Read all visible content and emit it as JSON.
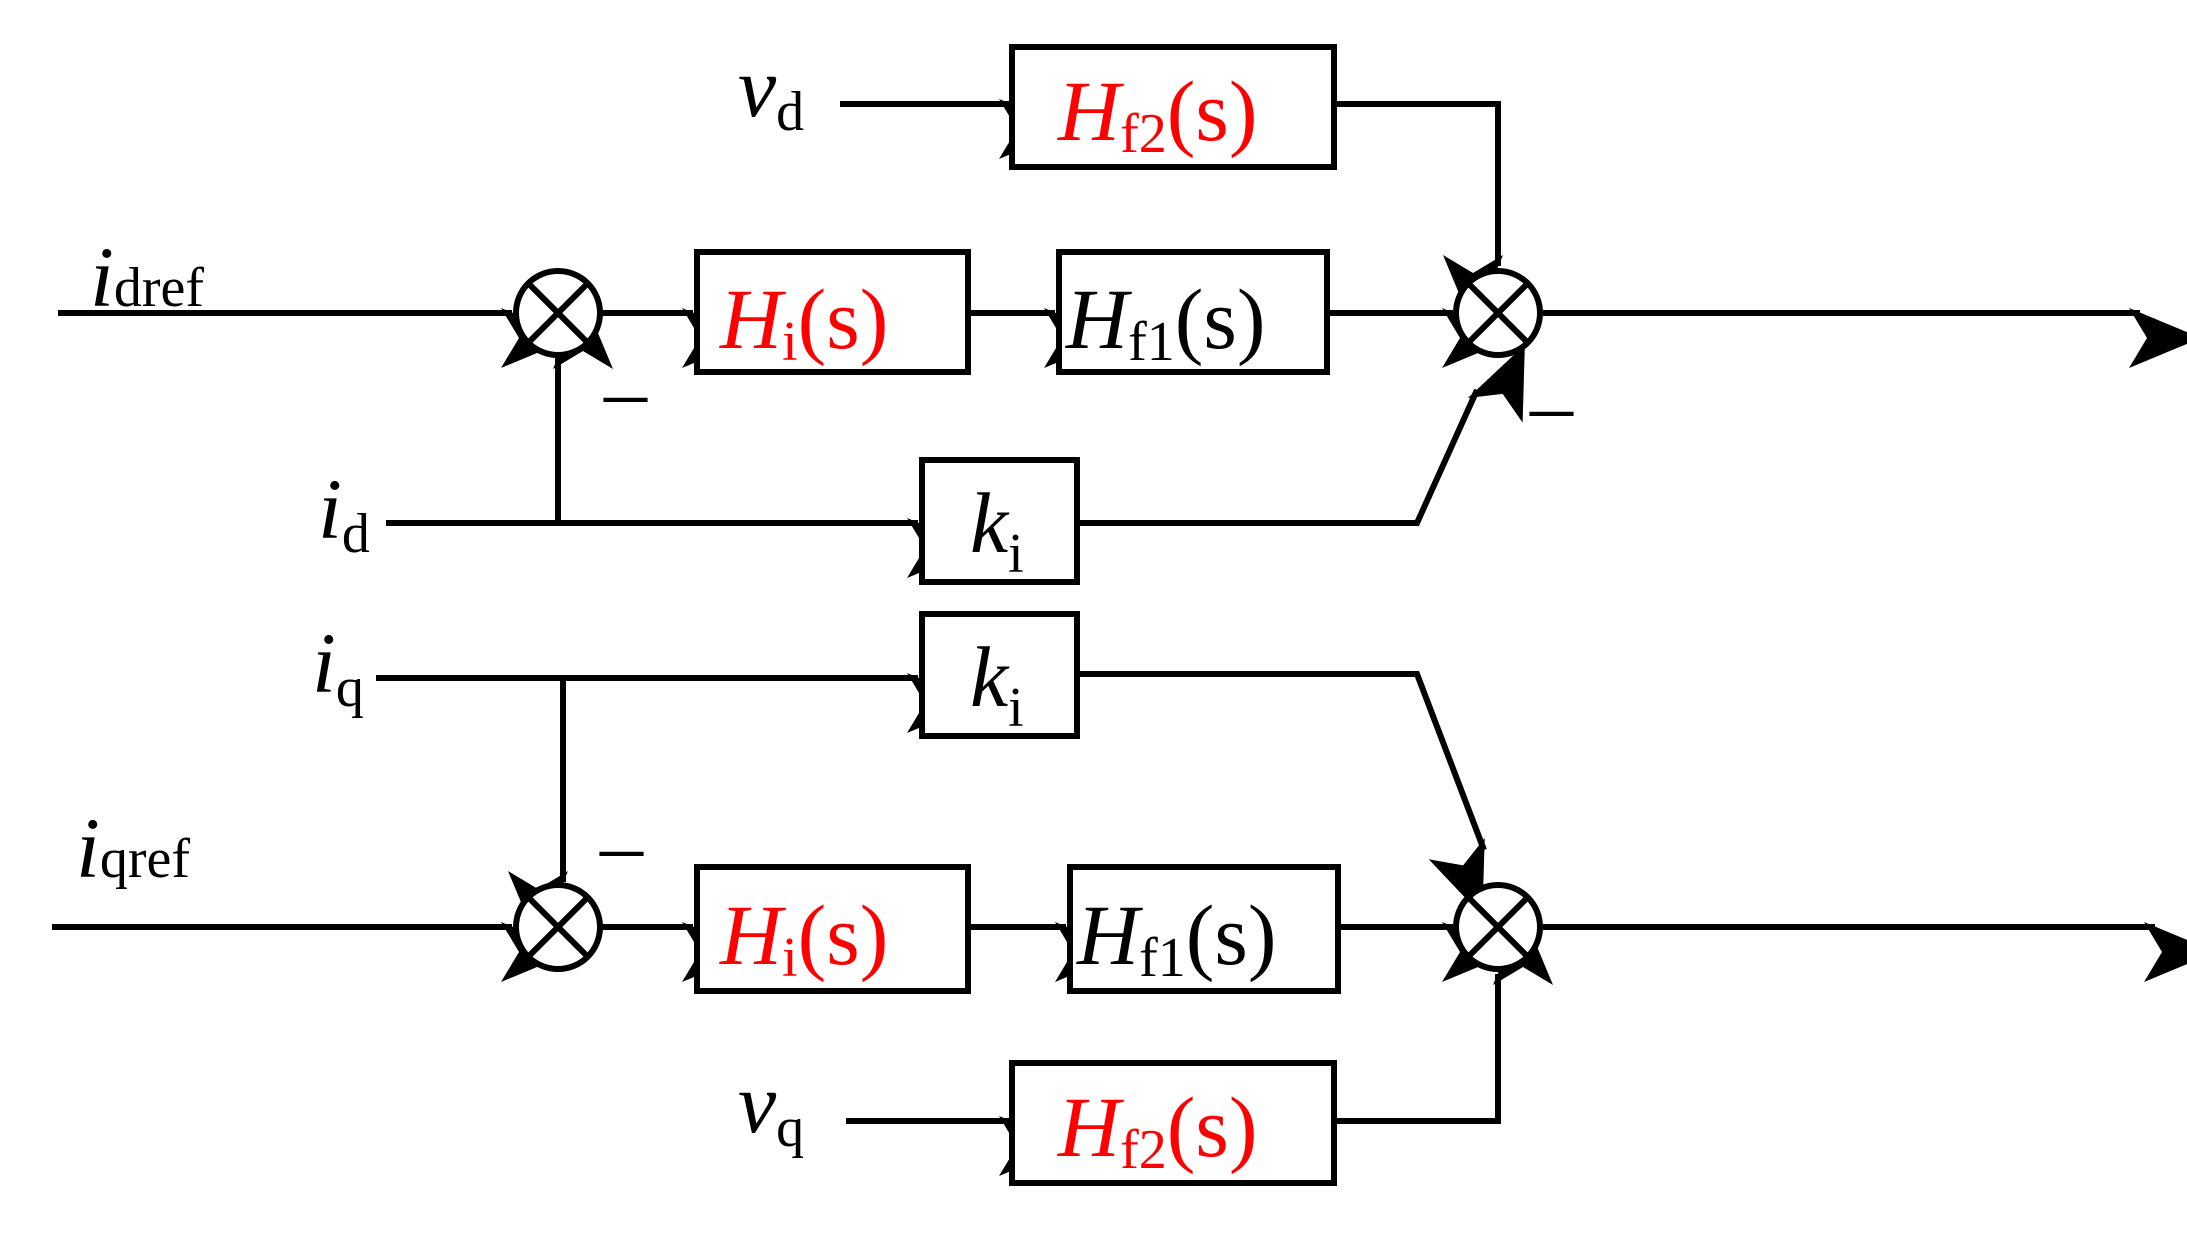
{
  "inputs": {
    "idref": {
      "main": "i",
      "sub": "dref"
    },
    "id": {
      "main": "i",
      "sub": "d"
    },
    "iq": {
      "main": "i",
      "sub": "q"
    },
    "iqref": {
      "main": "i",
      "sub": "qref"
    },
    "vd": {
      "main": "v",
      "sub": "d"
    },
    "vq": {
      "main": "v",
      "sub": "q"
    }
  },
  "blocks": {
    "hi": {
      "main": "H",
      "sub": "i",
      "arg": "(s)"
    },
    "hf1": {
      "main": "H",
      "sub": "f1",
      "arg": "(s)"
    },
    "hf2": {
      "main": "H",
      "sub": "f2",
      "arg": "(s)"
    },
    "ki": {
      "main": "k",
      "sub": "i"
    }
  },
  "signs": {
    "minus": "–"
  },
  "colors": {
    "highlight": "#ff0000",
    "line": "#000000"
  }
}
